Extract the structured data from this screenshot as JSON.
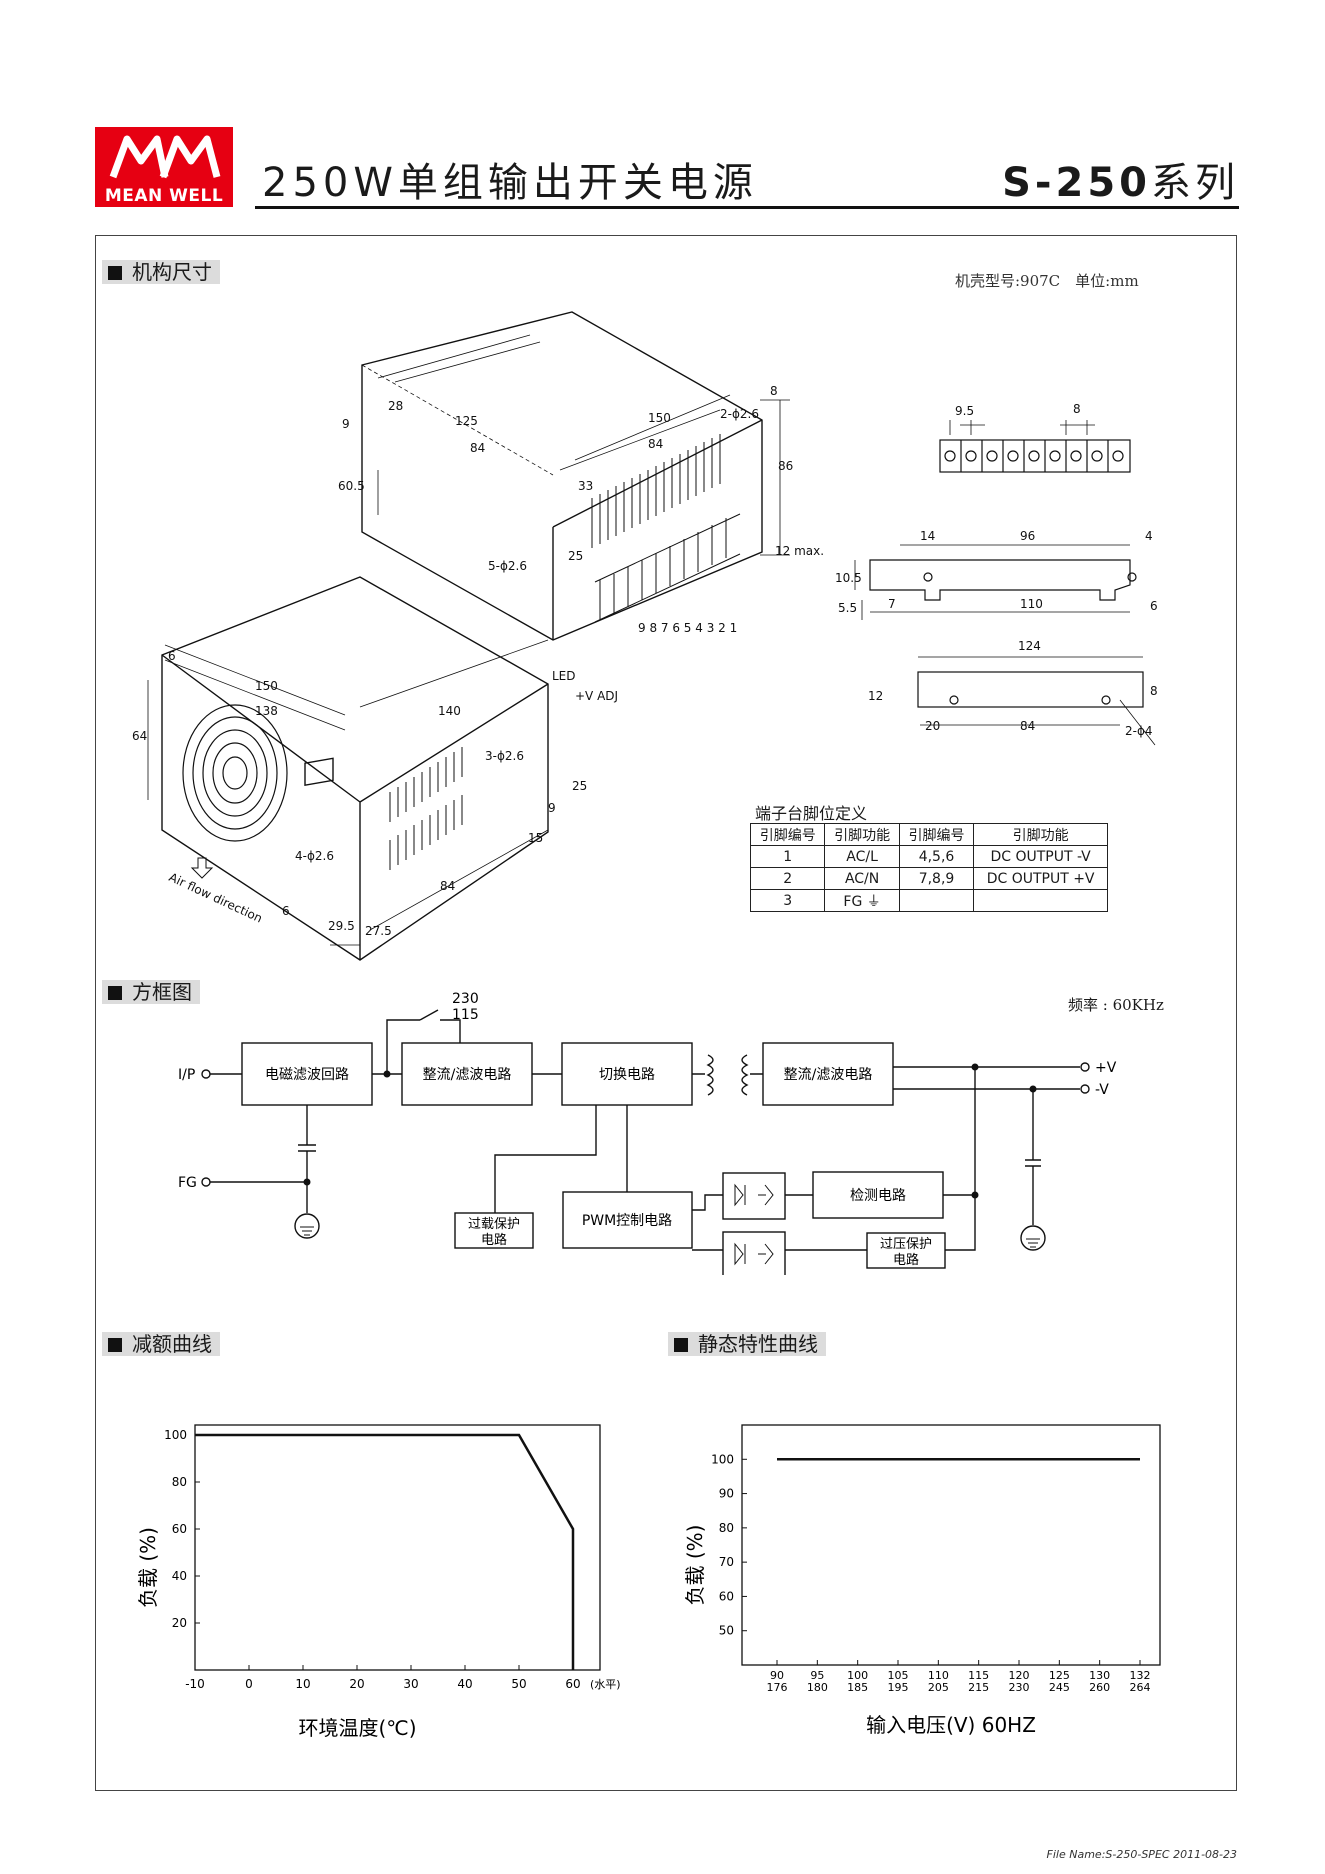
{
  "header": {
    "brand": "MEAN WELL",
    "title": "250W单组输出开关电源",
    "series_bold": "S-250",
    "series_suffix": "系列"
  },
  "sections": {
    "mechanical": "机构尺寸",
    "block_diagram": "方框图",
    "derating": "减额曲线",
    "static": "静态特性曲线"
  },
  "mechanical": {
    "case_info": "机壳型号:907C　单位:mm",
    "labels": {
      "led": "LED",
      "vadj": "+V ADJ",
      "airflow": "Air flow direction",
      "terminals": "9 8 7 6 5 4 3 2 1",
      "max12": "12 max.",
      "d28": "28",
      "d125": "125",
      "d84a": "84",
      "d150a": "150",
      "d84b": "84",
      "d9a": "9",
      "d605": "60.5",
      "d8a": "8",
      "d86": "86",
      "d33": "33",
      "d25a": "25",
      "h526": "5-ϕ2.6",
      "h226a": "2-ϕ2.6",
      "d6a": "6",
      "d150b": "150",
      "d138": "138",
      "d140": "140",
      "d64": "64",
      "h326": "3-ϕ2.6",
      "h426": "4-ϕ2.6",
      "d25b": "25",
      "d9b": "9",
      "d15": "15",
      "d84c": "84",
      "d6b": "6",
      "d295": "29.5",
      "d275": "27.5",
      "p95": "9.5",
      "p8": "8",
      "b14": "14",
      "b96": "96",
      "b4": "4",
      "b105": "10.5",
      "b55": "5.5",
      "b7": "7",
      "b110": "110",
      "b6": "6",
      "c124": "124",
      "c12": "12",
      "c8": "8",
      "c20": "20",
      "c84": "84",
      "c24": "2-ϕ4"
    },
    "pin_table": {
      "caption": "端子台脚位定义",
      "headers": [
        "引脚编号",
        "引脚功能",
        "引脚编号",
        "引脚功能"
      ],
      "rows": [
        [
          "1",
          "AC/L",
          "4,5,6",
          "DC OUTPUT -V"
        ],
        [
          "2",
          "AC/N",
          "7,8,9",
          "DC OUTPUT +V"
        ],
        [
          "3",
          "FG ⏚",
          "",
          ""
        ]
      ]
    }
  },
  "block": {
    "freq": "频率 : 60KHz",
    "ip": "I/P",
    "fg": "FG",
    "v230": "230",
    "v115": "115",
    "emi": "电磁滤波回路",
    "rect1": "整流/滤波电路",
    "switch": "切换电路",
    "rect2": "整流/滤波电路",
    "vplus": "+V",
    "vminus": "-V",
    "detect": "检测电路",
    "pwm": "PWM控制电路",
    "olp1": "过载保护",
    "olp2": "电路",
    "ovp1": "过压保护",
    "ovp2": "电路"
  },
  "chart_data": [
    {
      "type": "line",
      "ylabel": "负载 (%)",
      "xlabel": "环境温度(℃)",
      "x_unit": "(水平)",
      "x_ticks": [
        "-10",
        "0",
        "10",
        "20",
        "30",
        "40",
        "50",
        "60"
      ],
      "y_ticks": [
        "20",
        "40",
        "60",
        "80",
        "100"
      ],
      "xlim": [
        -10,
        65
      ],
      "ylim": [
        0,
        100
      ],
      "series": [
        {
          "x": [
            -10,
            50,
            60,
            60
          ],
          "y": [
            100,
            100,
            60,
            0
          ]
        }
      ]
    },
    {
      "type": "line",
      "ylabel": "负载 (%)",
      "xlabel": "输入电压(V) 60HZ",
      "x_ticks_top": [
        "90",
        "95",
        "100",
        "105",
        "110",
        "115",
        "120",
        "125",
        "130",
        "132"
      ],
      "x_ticks_bottom": [
        "176",
        "180",
        "185",
        "195",
        "205",
        "215",
        "230",
        "245",
        "260",
        "264"
      ],
      "y_ticks": [
        "50",
        "60",
        "70",
        "80",
        "90",
        "100"
      ],
      "ylim": [
        40,
        110
      ],
      "series": [
        {
          "x": [
            90,
            132
          ],
          "y": [
            100,
            100
          ]
        }
      ]
    }
  ],
  "footer": "File Name:S-250-SPEC   2011-08-23"
}
